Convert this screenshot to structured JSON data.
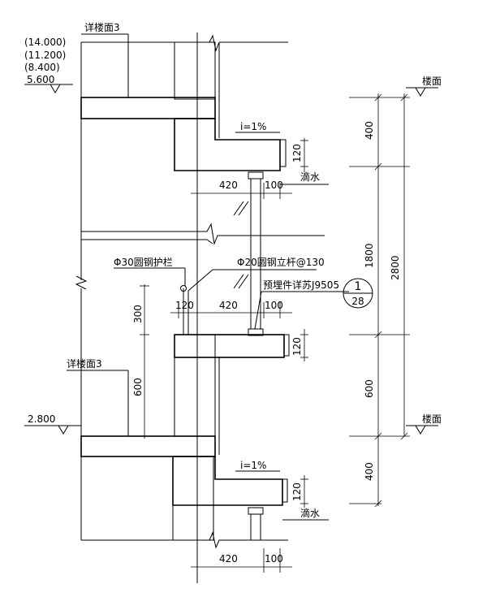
{
  "labels": {
    "detail_floor_top": "详楼面3",
    "detail_floor_bottom": "详楼面3",
    "elev_1": "(14.000)",
    "elev_2": "(11.200)",
    "elev_3": "(8.400)",
    "elev_4": "5.600",
    "elev_bottom": "2.800",
    "floor_label_top": "楼面",
    "floor_label_bottom": "楼面",
    "slope_top": "i=1%",
    "slope_bottom": "i=1%",
    "drip_top": "滴水",
    "drip_bottom": "滴水",
    "railing": "Φ30圆钢护栏",
    "post": "Φ20圆钢立杆@130",
    "embed": "预埋件详苏J9505",
    "detail_num": "1",
    "detail_sheet": "28"
  },
  "dims": {
    "d420_a": "420",
    "d100_a": "100",
    "d120_a": "120",
    "d420_b": "420",
    "d100_b": "100",
    "d120_b": "120",
    "d120_c": "120",
    "d420_c": "420",
    "d100_c": "100",
    "d120_d": "120",
    "d300": "300",
    "d600": "600",
    "r400_top": "400",
    "r1800": "1800",
    "r600": "600",
    "r400_bot": "400",
    "r2800": "2800"
  }
}
